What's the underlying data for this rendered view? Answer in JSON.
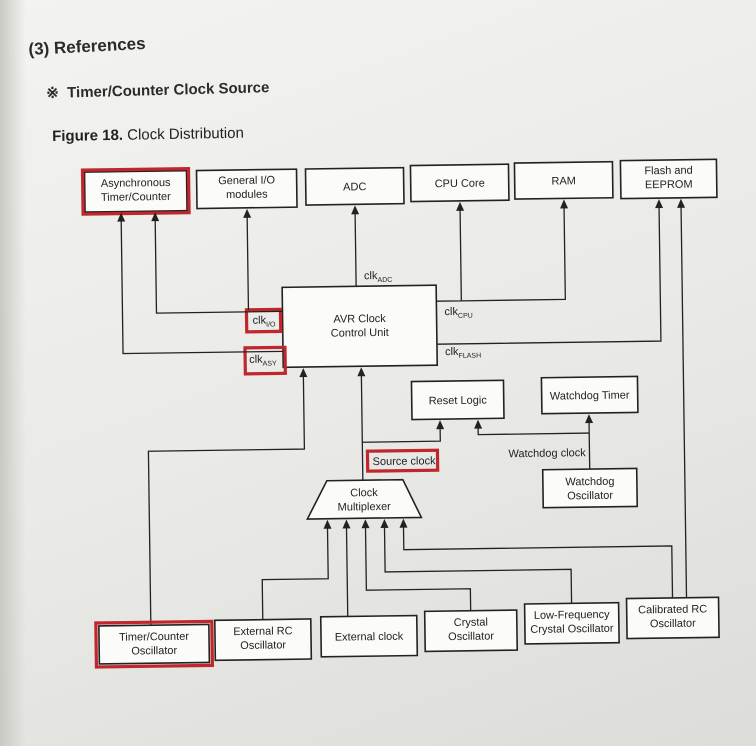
{
  "section": {
    "number": "(3)",
    "title": "References"
  },
  "subsection": {
    "bullet": "※",
    "title": "Timer/Counter Clock Source"
  },
  "figure": {
    "label": "Figure 18.",
    "caption": "Clock Distribution"
  },
  "blocks": {
    "async_timer": [
      "Asynchronous",
      "Timer/Counter"
    ],
    "general_io": [
      "General I/O",
      "modules"
    ],
    "adc": "ADC",
    "cpu_core": "CPU Core",
    "ram": "RAM",
    "flash": [
      "Flash and",
      "EEPROM"
    ],
    "avr_clock": [
      "AVR Clock",
      "Control Unit"
    ],
    "reset_logic": "Reset Logic",
    "watchdog_timer": "Watchdog Timer",
    "watchdog_osc": [
      "Watchdog",
      "Oscillator"
    ],
    "clock_mux": [
      "Clock",
      "Multiplexer"
    ],
    "tc_osc": [
      "Timer/Counter",
      "Oscillator"
    ],
    "ext_rc": [
      "External RC",
      "Oscillator"
    ],
    "ext_clock": "External clock",
    "crystal": [
      "Crystal",
      "Oscillator"
    ],
    "lf_crystal": [
      "Low-Frequency",
      "Crystal Oscillator"
    ],
    "cal_rc": [
      "Calibrated RC",
      "Oscillator"
    ]
  },
  "signals": {
    "clk_adc": {
      "base": "clk",
      "sub": "ADC"
    },
    "clk_cpu": {
      "base": "clk",
      "sub": "CPU"
    },
    "clk_flash": {
      "base": "clk",
      "sub": "FLASH"
    },
    "clk_io": {
      "base": "clk",
      "sub": "I/O"
    },
    "clk_asy": {
      "base": "clk",
      "sub": "ASY"
    },
    "source_clock": "Source clock",
    "watchdog_clock": "Watchdog clock"
  },
  "colors": {
    "highlight": "#c0262c",
    "ink": "#222222"
  }
}
